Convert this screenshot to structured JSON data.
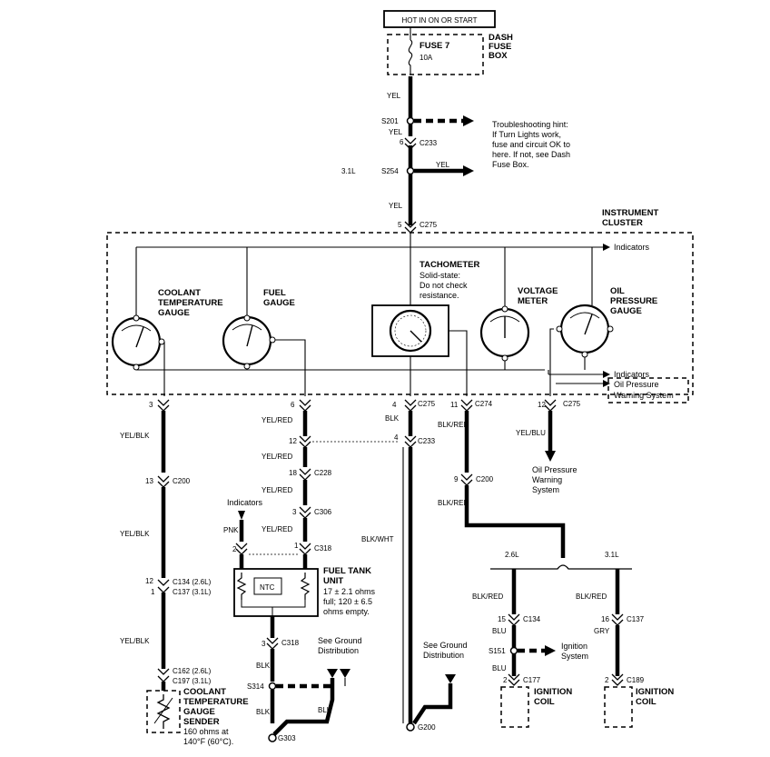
{
  "power": {
    "label": "HOT IN ON OR START"
  },
  "fuse": {
    "name": "FUSE 7",
    "rating": "10A",
    "box_label": [
      "DASH",
      "FUSE",
      "BOX"
    ]
  },
  "wires": {
    "yel": "YEL",
    "yel_blk": "YEL/BLK",
    "yel_red": "YEL/RED",
    "blk": "BLK",
    "blk_red": "BLK/RED",
    "blk_wht": "BLK/WHT",
    "yel_blu": "YEL/BLU",
    "pnk": "PNK",
    "blu": "BLU",
    "gry": "GRY"
  },
  "splices": {
    "s201": "S201",
    "s254": "S254",
    "s314": "S314",
    "s151": "S151"
  },
  "connectors": {
    "c233": "C233",
    "c275": "C275",
    "c274": "C274",
    "c200": "C200",
    "c228": "C228",
    "c306": "C306",
    "c318": "C318",
    "c134_26": "C134 (2.6L)",
    "c137_31": "C137 (3.1L)",
    "c162_26": "C162 (2.6L)",
    "c197_31": "C197 (3.1L)",
    "c134": "C134",
    "c137": "C137",
    "c177": "C177",
    "c189": "C189"
  },
  "pins": {
    "p6": "6",
    "p5": "5",
    "p3": "3",
    "p4": "4",
    "p11": "11",
    "p12": "12",
    "p13": "13",
    "p18": "18",
    "p9": "9",
    "p2": "2",
    "p1": "1",
    "p15": "15",
    "p16": "16"
  },
  "grounds": {
    "g303": "G303",
    "g200": "G200"
  },
  "engine": {
    "l31": "3.1L",
    "l26": "2.6L"
  },
  "troubleshooting": [
    "Troubleshooting hint:",
    "If Turn Lights work,",
    "fuse and circuit OK to",
    "here. If not, see Dash",
    "Fuse Box."
  ],
  "cluster": {
    "title": [
      "INSTRUMENT",
      "CLUSTER"
    ],
    "coolant": [
      "COOLANT",
      "TEMPERATURE",
      "GAUGE"
    ],
    "fuel": [
      "FUEL",
      "GAUGE"
    ],
    "tach_title": "TACHOMETER",
    "tach_note": [
      "Solid-state:",
      "Do not check",
      "resistance."
    ],
    "voltage": [
      "VOLTAGE",
      "METER"
    ],
    "oil": [
      "OIL",
      "PRESSURE",
      "GAUGE"
    ],
    "indicators": "Indicators",
    "oil_warning": [
      "Oil Pressure",
      "Warning System"
    ]
  },
  "oil_system": [
    "Oil Pressure",
    "Warning",
    "System"
  ],
  "fuel_unit": {
    "title": [
      "FUEL TANK",
      "UNIT"
    ],
    "spec": [
      "17 ± 2.1 ohms",
      "full; 120 ± 6.5",
      "ohms empty."
    ],
    "ntc": "NTC"
  },
  "sender": {
    "title": [
      "COOLANT",
      "TEMPERATURE",
      "GAUGE",
      "SENDER"
    ],
    "spec": [
      "160 ohms at",
      "140°F (60°C)."
    ]
  },
  "see_ground": [
    "See Ground",
    "Distribution"
  ],
  "ignition_system": [
    "Ignition",
    "System"
  ],
  "ignition_coil": [
    "IGNITION",
    "COIL"
  ],
  "indicators_label": "Indicators"
}
